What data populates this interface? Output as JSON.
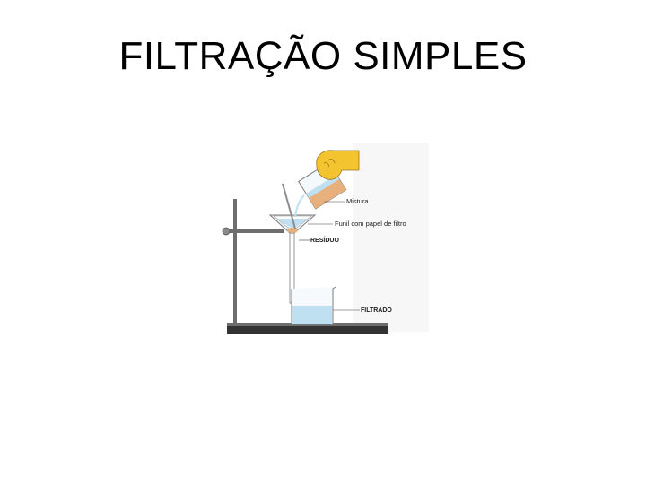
{
  "slide": {
    "title": "FILTRAÇÃO SIMPLES"
  },
  "diagram": {
    "labels": {
      "mixture": "Mistura",
      "funnel": "Funil com papel de filtro",
      "residue": "RESÍDUO",
      "filtrate": "FILTRADO"
    },
    "colors": {
      "glove": "#f3c330",
      "mixture": "#e7b07c",
      "liquid": "#bfe0f0",
      "stand": "#6e6e6e",
      "base": "#333333"
    }
  }
}
